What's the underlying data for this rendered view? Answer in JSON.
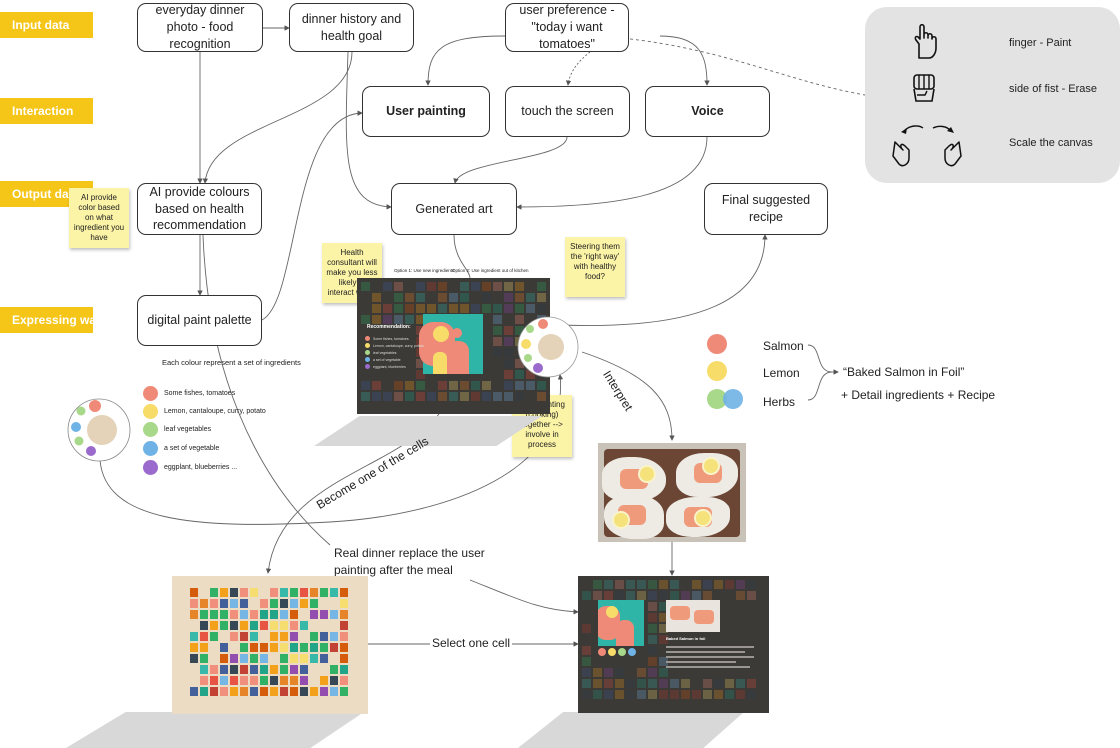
{
  "lanes": [
    "Input data",
    "Interaction",
    "Output data",
    "Expressing way"
  ],
  "nodes": {
    "food_recognition": "everyday dinner photo - food recognition",
    "history_goal": "dinner history and health goal",
    "user_preference": "user preference - \"today i want tomatoes\"",
    "user_painting": "User painting",
    "touch_screen": "touch the screen",
    "voice": "Voice",
    "ai_colours": "AI provide colours based on health recommendation",
    "generated_art": "Generated art",
    "final_recipe": "Final suggested recipe",
    "digital_palette": "digital paint palette"
  },
  "stickies": {
    "ai_color": "AI provide color based on what ingredient you have",
    "health_consultant": "Health consultant will make you less likely to interact with it",
    "steering": "Steering them the 'right way' with healthy food?",
    "kids_painting": "Kids painting (cooking) together --> involve in process"
  },
  "gestures": [
    {
      "icon": "pointing-hand-icon",
      "label": "finger - Paint"
    },
    {
      "icon": "fist-icon",
      "label": "side of fist - Erase"
    },
    {
      "icon": "pinch-hands-icon",
      "label": "Scale the canvas"
    }
  ],
  "palette": {
    "caption": "Each colour represent a set of ingredients",
    "items": [
      {
        "color": "#f08a78",
        "text": "Some  fishes, tomatoes"
      },
      {
        "color": "#f7dc6a",
        "text": "Lemon, cantaloupe, curry, potato"
      },
      {
        "color": "#a8d88a",
        "text": "leaf vegetables"
      },
      {
        "color": "#6fb3e6",
        "text": "a set of vegetable"
      },
      {
        "color": "#9a6bcc",
        "text": "eggplant, blueberries ..."
      }
    ]
  },
  "mockup1": {
    "option1": "Option 1: Use new ingredients",
    "option2": "Option 2: Use ingredient out of kitchen",
    "recommendation": "Recommendation:",
    "rec_items": [
      "Some fishes, tomatoes",
      "Lemon, cantaloupe, curry, potato",
      "leaf vegetables",
      "a set of vegetable",
      "eggplant, blueberries"
    ]
  },
  "recipe_map": {
    "ingredients": [
      {
        "name": "Salmon",
        "color": "#f08a78"
      },
      {
        "name": "Lemon",
        "color": "#f7dc6a"
      },
      {
        "name": "Herbs",
        "color": "#a8d88a"
      }
    ],
    "result": "“Baked Salmon in Foil”",
    "detail": "+ Detail ingredients  + Recipe"
  },
  "arrows": {
    "interpret": "Interpret",
    "become_cell": "Become one of the cells",
    "replace": "Real dinner replace the user painting after the meal",
    "select_cell": "Select one cell"
  },
  "mockup2": {
    "title": "Baked Salmon in foil"
  }
}
